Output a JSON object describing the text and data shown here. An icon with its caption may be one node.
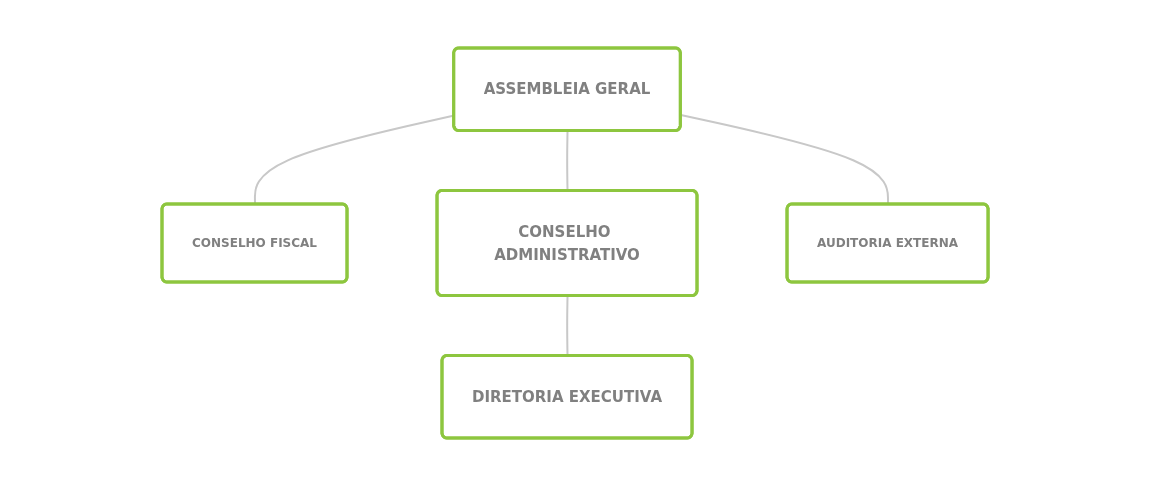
{
  "diagram": {
    "nodes": [
      {
        "text": [
          "ASSEMBLEIA GERAL"
        ]
      },
      {
        "text": [
          "CONSELHO FISCAL"
        ]
      },
      {
        "text": [
          "CONSELHO ADMINISTRATIVO"
        ]
      },
      {
        "text": [
          "AUDITORIA EXTERNA"
        ]
      },
      {
        "text": [
          "DIRETORIA EXECUTIVA"
        ]
      }
    ],
    "edges": [
      {
        "from": 0,
        "to": 1,
        "arrow": "none"
      },
      {
        "from": 0,
        "to": 2,
        "arrow": "none"
      },
      {
        "from": 0,
        "to": 3,
        "arrow": "none"
      },
      {
        "from": 2,
        "to": 4,
        "arrow": "none"
      }
    ]
  }
}
